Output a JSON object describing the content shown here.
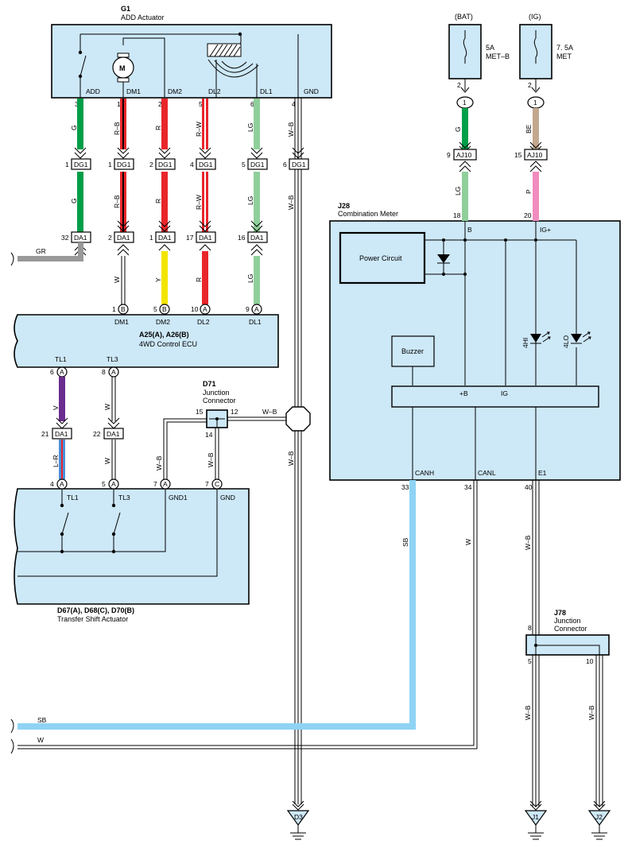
{
  "components": {
    "g1": {
      "id": "G1",
      "name": "ADD Actuator",
      "pins": [
        "ADD",
        "DM1",
        "DM2",
        "DL2",
        "DL1",
        "GND"
      ],
      "pin_nums": [
        "3",
        "1",
        "2",
        "5",
        "6",
        "4"
      ],
      "motor": "M"
    },
    "a25": {
      "id": "A25(A), A26(B)",
      "name": "4WD Control ECU",
      "pins": [
        "DM1",
        "DM2",
        "DL2",
        "DL1",
        "TL1",
        "TL3"
      ]
    },
    "d67": {
      "id": "D67(A), D68(C), D70(B)",
      "name": "Transfer Shift Actuator",
      "pins": [
        "TL1",
        "TL3",
        "GND1",
        "GND"
      ]
    },
    "d71": {
      "id": "D71",
      "name1": "Junction",
      "name2": "Connector"
    },
    "j28": {
      "id": "J28",
      "name": "Combination Meter",
      "pins": [
        "B",
        "IG+",
        "CANH",
        "CANL",
        "E1",
        "+B",
        "IG"
      ],
      "power_circuit": "Power Circuit",
      "buzzer": "Buzzer",
      "led_hi": "4HI",
      "led_lo": "4LO"
    },
    "j78": {
      "id": "J78",
      "name1": "Junction",
      "name2": "Connector"
    }
  },
  "fuses": {
    "bat": {
      "source": "(BAT)",
      "rating": "5A",
      "name": "MET–B"
    },
    "ig": {
      "source": "(IG)",
      "rating": "7. 5A",
      "name": "MET"
    }
  },
  "connectors": {
    "dg1": "DG1",
    "da1": "DA1",
    "aj10": "AJ10"
  },
  "circle_labels": {
    "b": "B",
    "a": "A",
    "c": "C",
    "one": "1"
  },
  "wire_colors": {
    "g": "G",
    "rb": "R–B",
    "r": "R",
    "rw": "R–W",
    "lg": "LG",
    "wb": "W–B",
    "w": "W",
    "y": "Y",
    "v": "V",
    "lr": "L–R",
    "gr": "GR",
    "sb": "SB",
    "be": "BE",
    "p": "P"
  },
  "pin_numbers": {
    "g1": [
      "3",
      "1",
      "2",
      "5",
      "6",
      "4"
    ],
    "dg1": [
      "1",
      "1",
      "2",
      "4",
      "5",
      "6"
    ],
    "da1_top": [
      "32",
      "2",
      "1",
      "17",
      "16"
    ],
    "ecu_in": [
      "1",
      "5",
      "10",
      "9"
    ],
    "ecu_tl": [
      "6",
      "8"
    ],
    "da1_mid": [
      "21",
      "22"
    ],
    "d67": [
      "4",
      "5",
      "7",
      "7"
    ],
    "d71": [
      "15",
      "12",
      "14"
    ],
    "fuse_out": [
      "2",
      "2"
    ],
    "aj10": [
      "9",
      "15"
    ],
    "j28_in": [
      "18",
      "20"
    ],
    "j28_out": [
      "33",
      "34",
      "40"
    ],
    "j78": [
      "8",
      "5",
      "10"
    ]
  },
  "grounds": [
    "D3",
    "J1",
    "J2"
  ],
  "colors": {
    "component_fill": "#cde8f7",
    "green": "#009e49",
    "red": "#e8262b",
    "light_green": "#8fcf9b",
    "gray": "#999999",
    "yellow": "#f2e500",
    "violet": "#6b2d90",
    "blue": "#4a90d9",
    "sky_blue": "#8fd3f4",
    "tan": "#c2a88e",
    "pink": "#f08cbe"
  }
}
